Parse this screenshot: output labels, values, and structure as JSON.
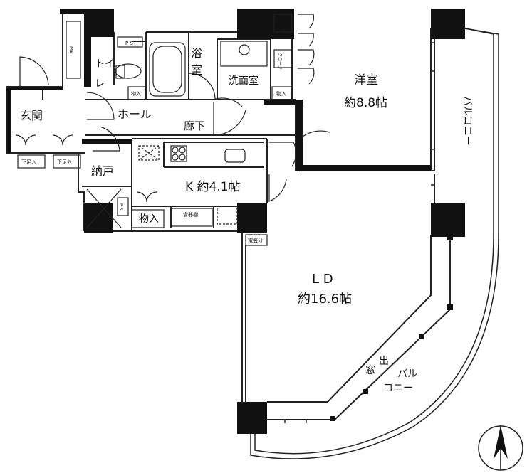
{
  "colors": {
    "wall": "#111111",
    "line": "#222222",
    "background": "#ffffff"
  },
  "rooms": {
    "entrance": "玄関",
    "hall": "ホール",
    "corridor": "廊下",
    "toilet_top": "トイ",
    "toilet_bottom": "レ",
    "bath_top": "浴",
    "bath_bottom": "室",
    "washroom": "洗面室",
    "western_room_name": "洋室",
    "western_room_size": "約8.8帖",
    "storage_room": "納戸",
    "kitchen": "K 約4.1帖",
    "pantry": "物入",
    "ld_name": "L D",
    "ld_size": "約16.6帖",
    "balcony_right": "バルコニー",
    "balcony_bottom_top": "バル",
    "balcony_bottom_bottom": "コニー",
    "bay_window_top": "出",
    "bay_window_bottom": "窓"
  },
  "small_labels": {
    "mb": "MB",
    "ps_top": "P S",
    "ps_kitchen": "P S",
    "closet_1": "クローク",
    "closet_2": "クローク",
    "storage_toilet": "物入",
    "storage_washroom": "物入",
    "shoe_box_1": "下足入",
    "shoe_box_2": "下足入",
    "cupboard": "食器棚",
    "distribution_board": "電盤分"
  },
  "icons": {
    "north_arrow": "north-arrow-icon"
  }
}
